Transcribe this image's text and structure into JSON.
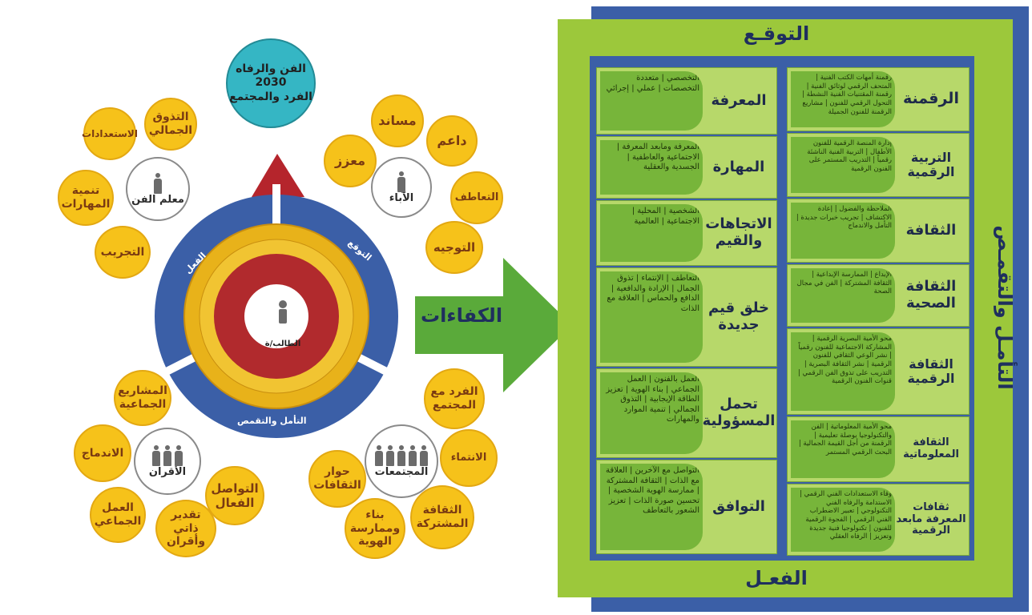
{
  "vision": {
    "line1": "الفن والرفاه",
    "line2": "2030",
    "line3": "الفرد والمجتمع"
  },
  "center": {
    "label": "الطالب/ة"
  },
  "ring": {
    "expect": "التوقع",
    "action": "الفعل",
    "reflect": "التأمل والتقمص"
  },
  "teacher": {
    "label": "معلم الفن",
    "items": [
      "التذوق الجمالي",
      "الاستعدادات",
      "تنمية المهارات",
      "التجريب"
    ]
  },
  "parents": {
    "label": "الآباء",
    "items": [
      "مساند",
      "داعم",
      "معزز",
      "التعاطف",
      "التوجيه"
    ]
  },
  "peers": {
    "label": "الأقران",
    "items": [
      "المشاريع الجماعية",
      "الاندماج",
      "العمل الجماعي",
      "التواصل الفعال",
      "تقدير ذاتي وأقران"
    ]
  },
  "communities": {
    "label": "المجتمعات",
    "items": [
      "الفرد مع المجتمع",
      "الانتماء",
      "حوار الثقافات",
      "الثقافة المشتركة",
      "بناء وممارسة الهوية"
    ]
  },
  "arrow": {
    "label": "الكفاءات"
  },
  "panel": {
    "top": "التوقـع",
    "bottom": "الفعـل",
    "side": "التأمـل والتقمـص"
  },
  "left_cards": [
    {
      "title": "المعرفة",
      "desc": "التخصصي | متعددة التخصصات | عملي | إجرائي"
    },
    {
      "title": "المهارة",
      "desc": "المعرفة ومابعد المعرفة | الاجتماعية والعاطفية | الجسدية والعقلية"
    },
    {
      "title": "الاتجاهات والقيم",
      "desc": "الشخصية | المحلية | الاجتماعية | العالمية"
    },
    {
      "title": "خلق قيم جديدة",
      "desc": "التعاطف | الإنتماء | تذوق الجمال | الإرادة والدافعية | الدافع والحماس | العلاقة مع الذات"
    },
    {
      "title": "تحمل المسؤولية",
      "desc": "العمل بالفنون | العمل الجماعي | بناء الهوية | تعزيز الطاقة الإيجابية | التذوق الجمالي | تنمية الموارد والمهارات"
    },
    {
      "title": "التوافق",
      "desc": "التواصل مع الآخرين | العلاقة مع الذات | الثقافة المشتركة | ممارسة الهوية الشخصية | تحسين صورة الذات | تعزيز الشعور بالتعاطف"
    }
  ],
  "right_cards": [
    {
      "title": "الرقمنة",
      "desc": "رقمنة أمهات الكتب الفنية | المتحف الرقمي لوثائق الفنية | رقمنة المقتنيات الفنية النشطة | التحول الرقمي للفنون | مشاريع الرقمنة للفنون الجميلة"
    },
    {
      "title": "التربية الرقمية",
      "desc": "إدارة المنصة الرقمية للفنون الأطفال | التربية الفنية الناشئة رقمياً | التدريب المستمر على الفنون الرقمية"
    },
    {
      "title": "الثقافة",
      "desc": "الملاحظة والفضول | إعادة الاكتشاف | تجريب خبرات جديدة | التأمل والاندماج"
    },
    {
      "title": "الثقافة الصحية",
      "desc": "الإبداع | الممارسة الإبداعية | الثقافة المشتركة | الفن في مجال الصحة"
    },
    {
      "title": "الثقافة الرقمية",
      "desc": "محو الأمية البصرية الرقمية | المشاركة الاجتماعية للفنون رقمياً | نشر الوعي الثقافي للفنون الرقمية | نشر الثقافة البصرية | التدريب على تذوق الفن الرقمي | قنوات الفنون الرقمية"
    },
    {
      "title": "الثقافة المعلوماتية",
      "desc": "محو الأمية المعلوماتية | الفن والتكنولوجيا بوصلة تعليمية | الرقمنة من أجل القيمة الجمالية | البحث الرقمي المستمر"
    },
    {
      "title": "ثقافات المعرفة مابعد الرقمية",
      "desc": "وقاء الاستعدادات الفني الرقمي | الاستدامة والرفاه الفني التكنولوجي | تعبير الاضطراب الفني الرقمي | الفجوة الرقمية للفنون | تكنولوجيا فنية جديدة وتعزيز | الرفاه العقلي"
    }
  ]
}
